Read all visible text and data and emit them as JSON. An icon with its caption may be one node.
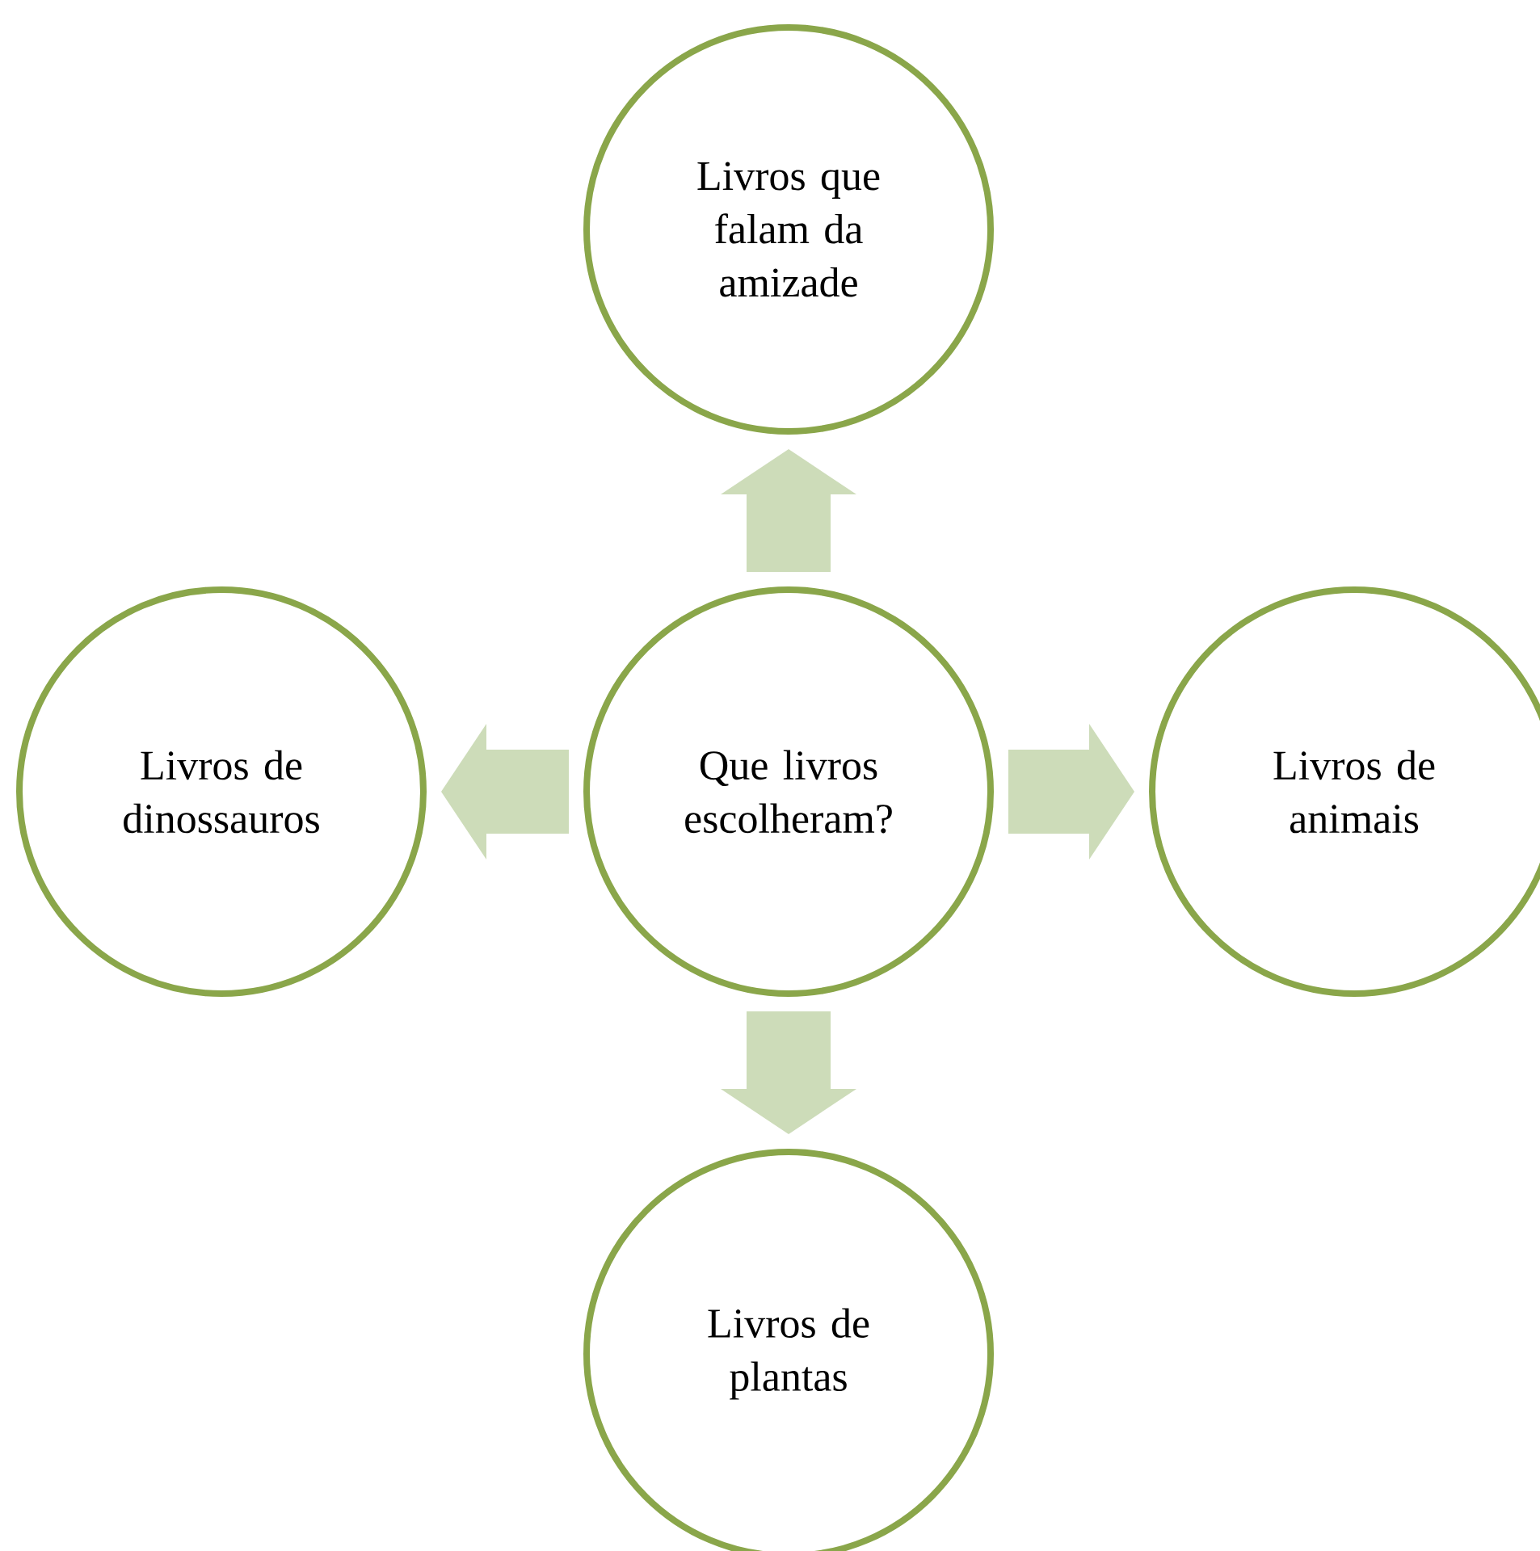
{
  "diagram": {
    "nodes": [
      {
        "text": [
          "Livros que falam da amizade"
        ]
      },
      {
        "text": [
          "Livros de dinossauros"
        ]
      },
      {
        "text": [
          "Que livros escolheram?"
        ]
      },
      {
        "text": [
          "Livros de animais"
        ]
      },
      {
        "text": [
          "Livros de plantas"
        ]
      }
    ],
    "edges": [
      {
        "from": 2,
        "to": 0,
        "arrow": "to"
      },
      {
        "from": 2,
        "to": 1,
        "arrow": "to"
      },
      {
        "from": 2,
        "to": 3,
        "arrow": "to"
      },
      {
        "from": 2,
        "to": 4,
        "arrow": "to"
      }
    ]
  }
}
